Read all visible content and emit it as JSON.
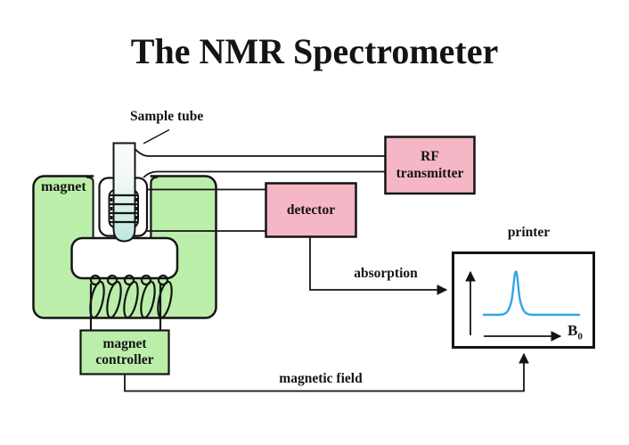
{
  "title": "The NMR Spectrometer",
  "labels": {
    "sample_tube": "Sample tube",
    "magnet": "magnet",
    "rf_transmitter_line1": "RF",
    "rf_transmitter_line2": "transmitter",
    "detector": "detector",
    "magnet_controller_line1": "magnet",
    "magnet_controller_line2": "controller",
    "printer": "printer",
    "absorption": "absorption",
    "magnetic_field": "magnetic field",
    "b0_base": "B",
    "b0_subscript": "0"
  },
  "colors": {
    "magnet_green": "#bceeab",
    "component_pink": "#f5b6c5",
    "outline_black": "#141414",
    "peak_blue": "#35a3e8",
    "tube_liquid_cyan": "#c9ebe6"
  },
  "printer_plot": {
    "type": "line",
    "xlabel": "B0",
    "curve": "single sharp absorption peak on a flat baseline"
  }
}
